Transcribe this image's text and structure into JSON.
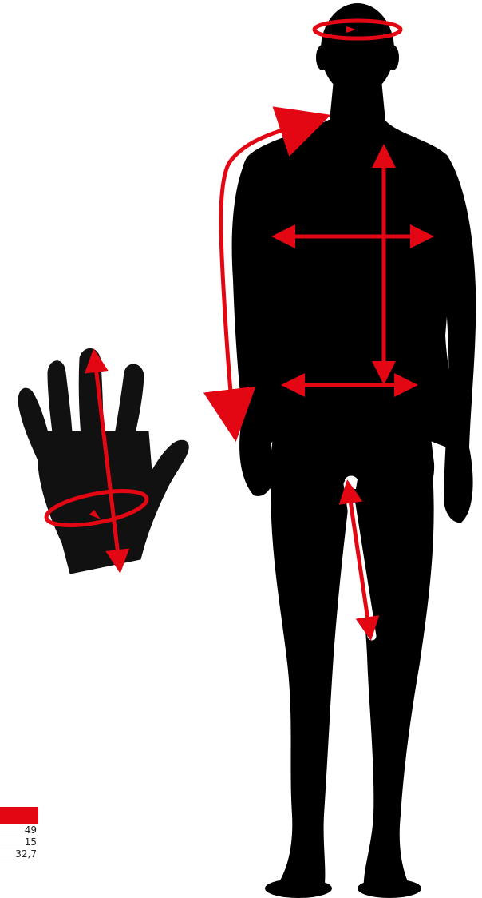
{
  "colors": {
    "silhouette": "#000000",
    "hand": "#111111",
    "measure": "#e30613",
    "background": "#ffffff"
  },
  "size_table": {
    "values": [
      "49",
      "15",
      "32,7"
    ]
  }
}
